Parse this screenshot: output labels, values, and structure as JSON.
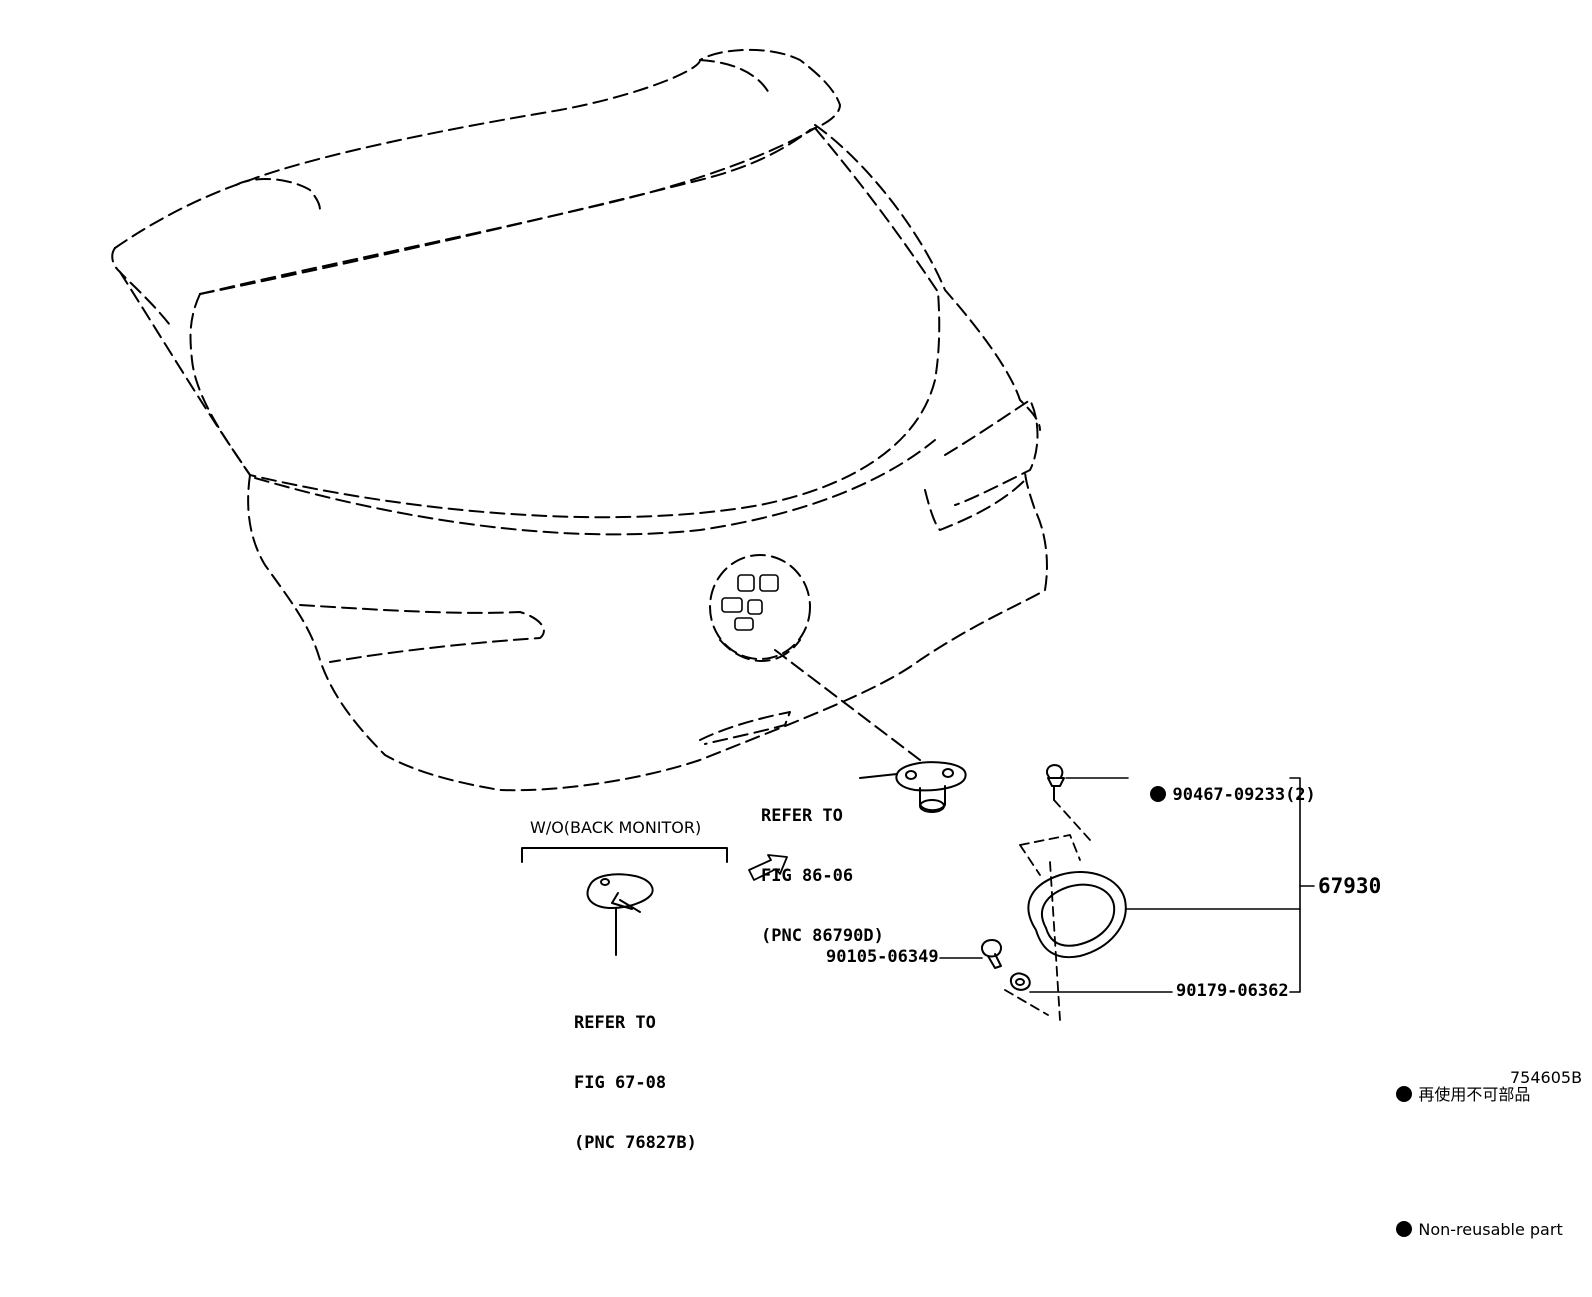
{
  "labels": {
    "refer_86_06": [
      "REFER TO",
      "FIG 86-06",
      "(PNC 86790D)"
    ],
    "refer_67_08": [
      "REFER TO",
      "FIG 67-08",
      "(PNC 76827B)"
    ],
    "wo_back_monitor": "W/O(BACK MONITOR)",
    "part_90467": "90467-09233(2)",
    "part_67930": "67930",
    "part_90105": "90105-06349",
    "part_90179": "90179-06362",
    "figure_number": "754605B"
  },
  "legend": {
    "items": [
      {
        "text": "再使用不可部品"
      },
      {
        "text": "Non-reusable part"
      }
    ]
  },
  "colors": {
    "line": "#000000",
    "background": "#ffffff"
  }
}
